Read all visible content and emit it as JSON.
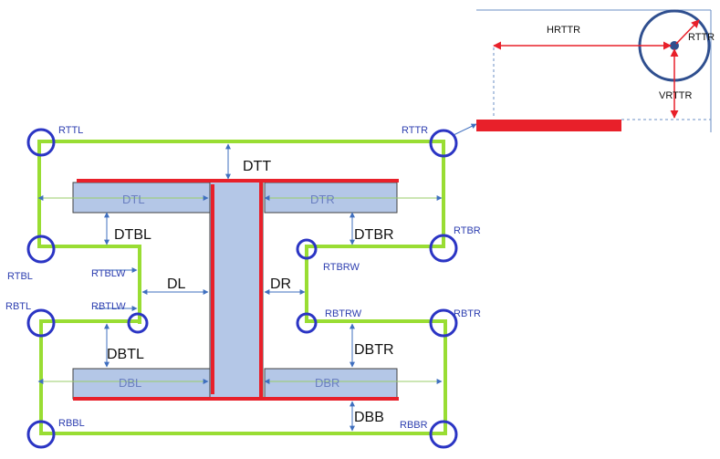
{
  "labels": {
    "rttl": "RTTL",
    "rttr": "RTTR",
    "rttr_top": "RTTR",
    "hrttr": "HRTTR",
    "vrttr": "VRTTR",
    "dtt": "DTT",
    "dtl": "DTL",
    "dtr": "DTR",
    "dtbl": "DTBL",
    "dtbr": "DTBR",
    "rtbr": "RTBR",
    "rtbl": "RTBL",
    "rtblw": "RTBLW",
    "rtbrw": "RTBRW",
    "dl": "DL",
    "dr": "DR",
    "rbtl": "RBTL",
    "rbtlw": "RBTLW",
    "rbtrw": "RBTRW",
    "rbtr": "RBTR",
    "dbtl": "DBTL",
    "dbtr": "DBTR",
    "dbl": "DBL",
    "dbr": "DBR",
    "dbb": "DBB",
    "rbbl": "RBBL",
    "rbbr": "RBBR"
  },
  "colors": {
    "beam_fill": "#b4c7e7",
    "beam_stroke": "#404040",
    "path_green": "#99dd33",
    "edge_red": "#e8202a",
    "circle_blue": "#2b35c4",
    "arrow_blue": "#3f6fbf",
    "top_circle": "#2f4f8f"
  }
}
